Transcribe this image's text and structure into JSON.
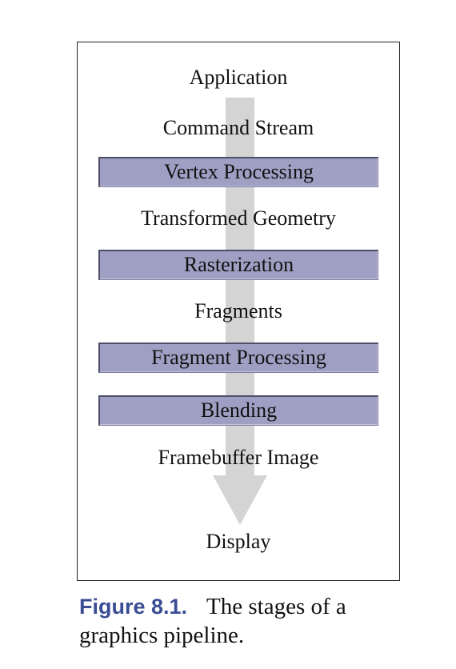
{
  "diagram": {
    "flow": [
      {
        "kind": "data",
        "text": "Application"
      },
      {
        "kind": "data",
        "text": "Command Stream"
      },
      {
        "kind": "stage",
        "text": "Vertex Processing"
      },
      {
        "kind": "data",
        "text": "Transformed Geometry"
      },
      {
        "kind": "stage",
        "text": "Rasterization"
      },
      {
        "kind": "data",
        "text": "Fragments"
      },
      {
        "kind": "stage",
        "text": "Fragment Processing"
      },
      {
        "kind": "stage",
        "text": "Blending"
      },
      {
        "kind": "data",
        "text": "Framebuffer Image"
      },
      {
        "kind": "data",
        "text": "Display"
      }
    ],
    "colors": {
      "stage_fill": "#9f9fc4",
      "arrow_fill": "#d4d4d4",
      "caption_label": "#3a4d94"
    }
  },
  "caption": {
    "label": "Figure 8.1.",
    "text": "The stages of a graphics pipeline."
  }
}
